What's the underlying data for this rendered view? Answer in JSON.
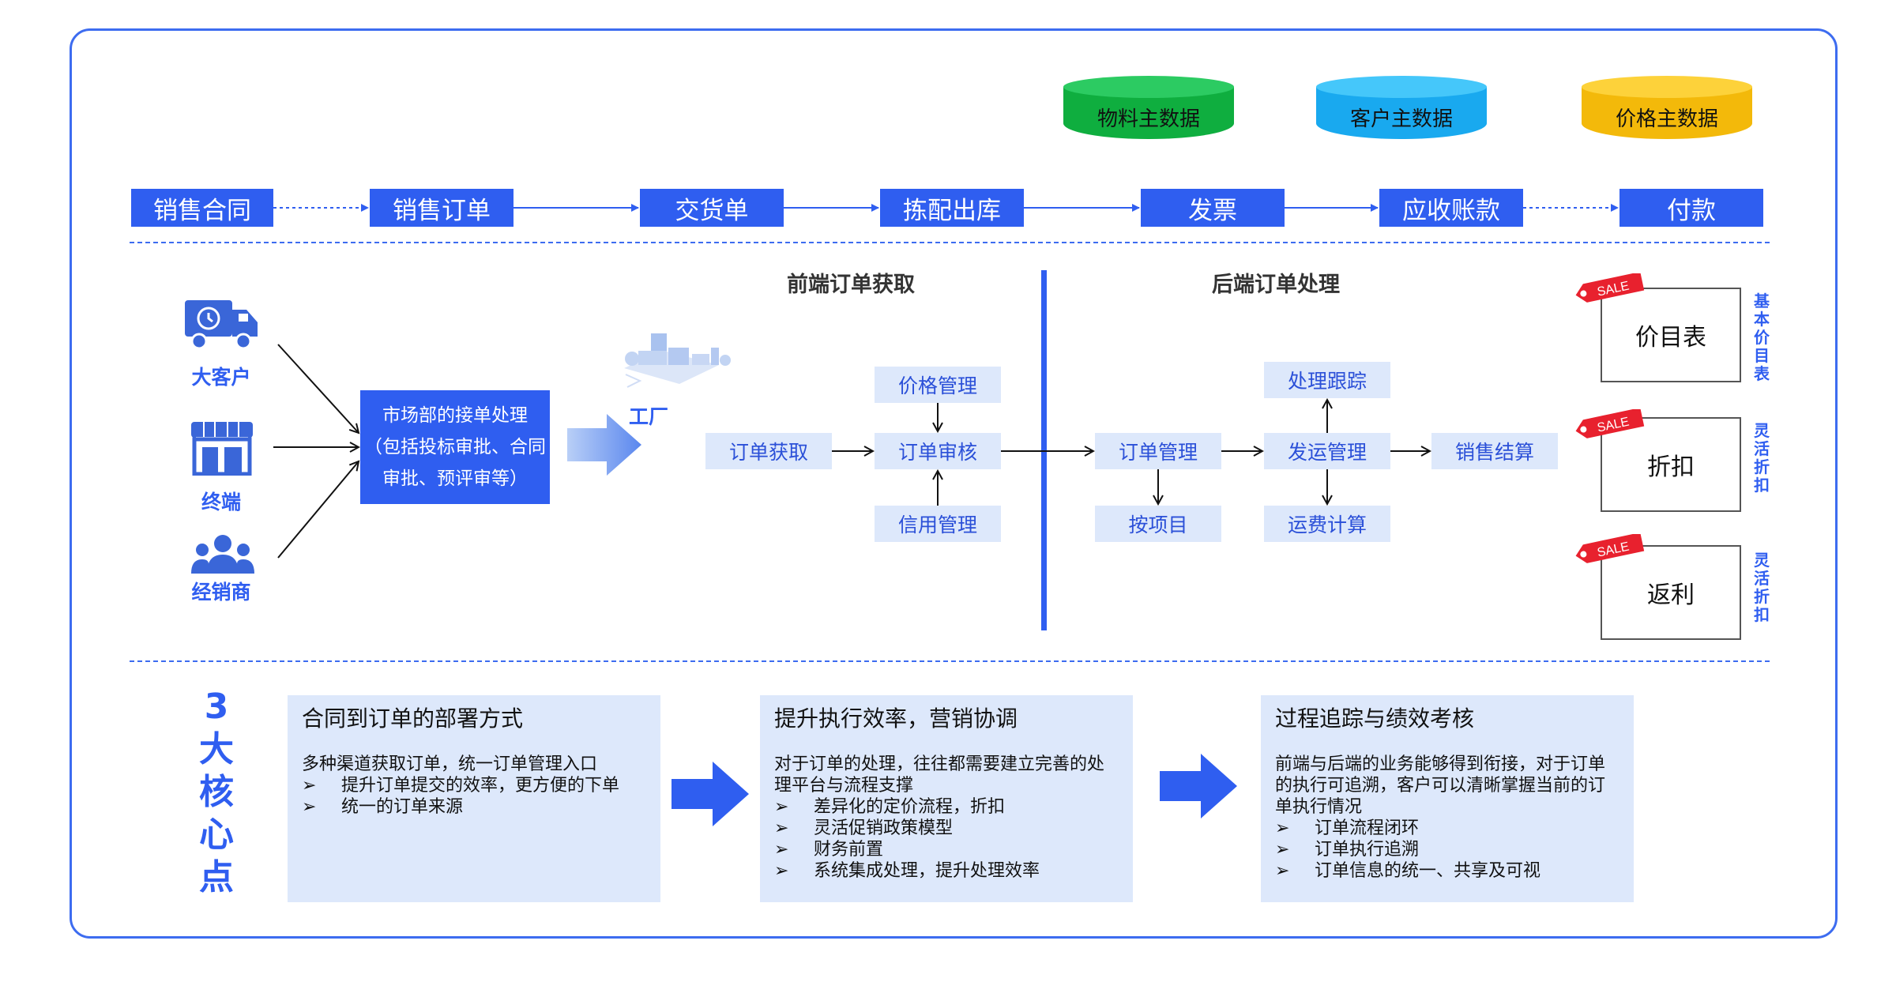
{
  "databases": [
    {
      "label": "物料主数据",
      "color": "#0fae3f",
      "top": "#22c55b"
    },
    {
      "label": "客户主数据",
      "color": "#19a9ef",
      "top": "#38c2f8"
    },
    {
      "label": "价格主数据",
      "color": "#f3b90a",
      "top": "#fccd2c"
    }
  ],
  "process": [
    "销售合同",
    "销售订单",
    "交货单",
    "拣配出库",
    "发票",
    "应收账款",
    "付款"
  ],
  "customers": [
    "大客户",
    "终端",
    "经销商"
  ],
  "market": {
    "line1": "市场部的接单处理",
    "line2": "（包括投标审批、合同",
    "line3": "审批、预评审等）"
  },
  "factory": "工厂",
  "front": {
    "title": "前端订单获取",
    "get": "订单获取",
    "price": "价格管理",
    "review": "订单审核",
    "credit": "信用管理"
  },
  "back": {
    "title": "后端订单处理",
    "manage": "订单管理",
    "by_project": "按项目",
    "track": "处理跟踪",
    "ship": "发运管理",
    "freight": "运费计算",
    "settle": "销售结算"
  },
  "pricing": [
    {
      "card": "价目表",
      "side": [
        "基",
        "本",
        "价",
        "目",
        "表"
      ]
    },
    {
      "card": "折扣",
      "side": [
        "灵",
        "活",
        "折",
        "扣"
      ]
    },
    {
      "card": "返利",
      "side": [
        "灵",
        "活",
        "折",
        "扣"
      ]
    }
  ],
  "sale_tag": "SALE",
  "core": [
    "3",
    "大",
    "核",
    "心",
    "点"
  ],
  "panels": [
    {
      "title": "合同到订单的部署方式",
      "desc": [
        "多种渠道获取订单，统一订单管理入口"
      ],
      "bullets": [
        "提升订单提交的效率，更方便的下单",
        "统一的订单来源"
      ]
    },
    {
      "title": "提升执行效率，营销协调",
      "desc": [
        "对于订单的处理，往往都需要建立完善的处",
        "理平台与流程支撑"
      ],
      "bullets": [
        "差异化的定价流程，折扣",
        "灵活促销政策模型",
        "财务前置",
        "系统集成处理，提升处理效率"
      ]
    },
    {
      "title": "过程追踪与绩效考核",
      "desc": [
        "前端与后端的业务能够得到衔接，对于订单",
        "的执行可追溯，客户可以清晰掌握当前的订",
        "单执行情况"
      ],
      "bullets": [
        "订单流程闭环",
        "订单执行追溯",
        "订单信息的统一、共享及可视"
      ]
    }
  ],
  "bullet_marker": "➢",
  "colors": {
    "accent": "#2f5ef0",
    "light": "#dde8fb",
    "sale": "#e8212e"
  }
}
